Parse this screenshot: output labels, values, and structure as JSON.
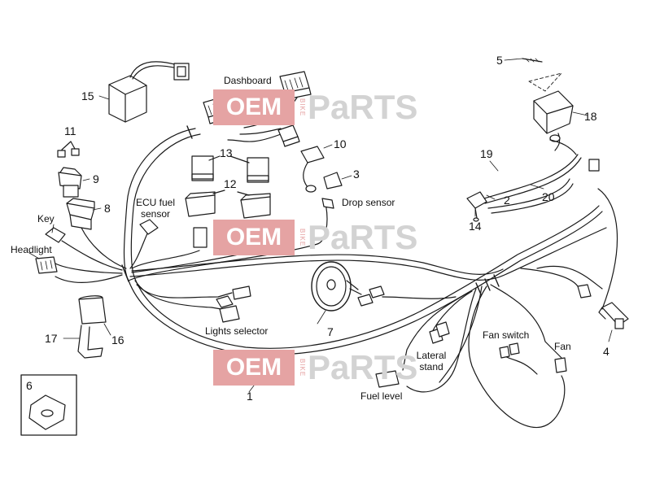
{
  "watermark": {
    "primary": "OEM",
    "secondary": "BIKE",
    "tail": "PaRTS"
  },
  "labels": {
    "dashboard": "Dashboard",
    "ecu_fuel_sensor_1": "ECU fuel",
    "ecu_fuel_sensor_2": "sensor",
    "key": "Key",
    "headlight": "Headlight",
    "drop_sensor": "Drop sensor",
    "lights_selector": "Lights selector",
    "lateral_stand_1": "Lateral",
    "lateral_stand_2": "stand",
    "fuel_level": "Fuel level",
    "fan_switch": "Fan switch",
    "fan": "Fan"
  },
  "callouts": {
    "n1": "1",
    "n2": "2",
    "n3": "3",
    "n4": "4",
    "n5": "5",
    "n6": "6",
    "n7": "7",
    "n8": "8",
    "n9": "9",
    "n10": "10",
    "n11": "11",
    "n12": "12",
    "n13": "13",
    "n14": "14",
    "n15": "15",
    "n16": "16",
    "n17": "17",
    "n18": "18",
    "n19": "19",
    "n20": "20"
  }
}
